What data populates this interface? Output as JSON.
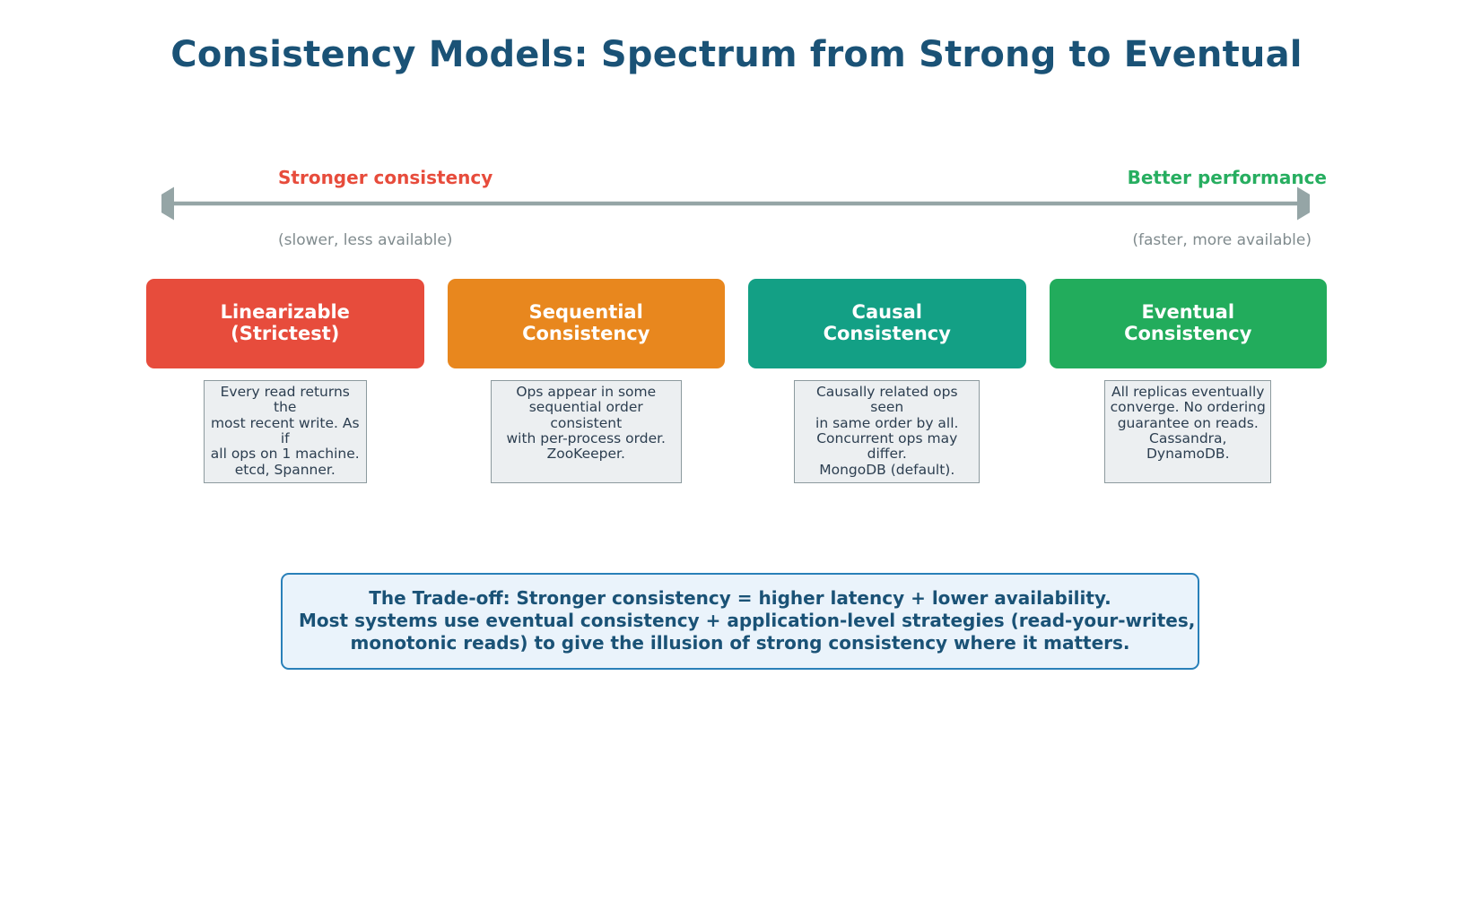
{
  "title": "Consistency Models: Spectrum from Strong to Eventual",
  "spectrum": {
    "left_label": "Stronger consistency",
    "left_sub": "(slower, less available)",
    "right_label": "Better performance",
    "right_sub": "(faster, more available)",
    "left_color": "#e74c3c",
    "right_color": "#27ae60",
    "arrow_color": "#95a5a6"
  },
  "models": [
    {
      "name": "Linearizable\n(Strictest)",
      "color": "#e74c3c",
      "description": "Every read returns the\nmost recent write. As if\nall ops on 1 machine.\netcd, Spanner."
    },
    {
      "name": "Sequential\nConsistency",
      "color": "#e8871e",
      "description": "Ops appear in some\nsequential order consistent\nwith per-process order.\nZooKeeper."
    },
    {
      "name": "Causal\nConsistency",
      "color": "#13a085",
      "description": "Causally related ops seen\nin same order by all.\nConcurrent ops may differ.\nMongoDB (default)."
    },
    {
      "name": "Eventual\nConsistency",
      "color": "#22ac5c",
      "description": "All replicas eventually\nconverge. No ordering\nguarantee on reads.\nCassandra, DynamoDB."
    }
  ],
  "tradeoff": {
    "line1": "The Trade-off: Stronger consistency = higher latency + lower availability.",
    "line2": "Most systems use eventual consistency + application-level strategies (read-your-writes,",
    "line3": "monotonic reads) to give the illusion of strong consistency where it matters.",
    "border_color": "#2980b9",
    "background_color": "#eaf3fb",
    "text_color": "#1a5276"
  }
}
